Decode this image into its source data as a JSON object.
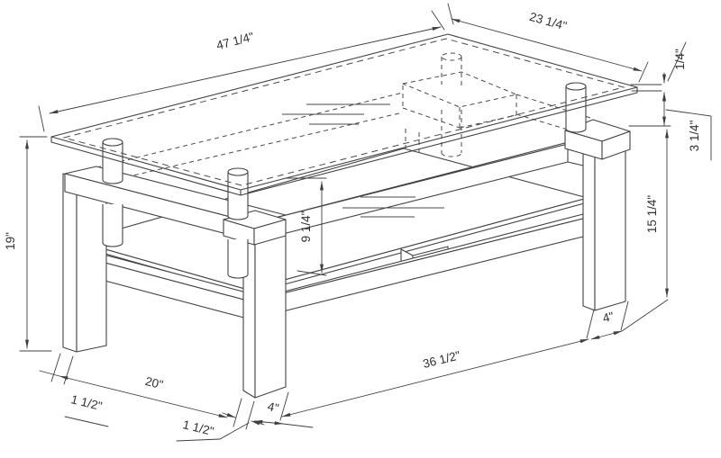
{
  "figure": {
    "kind": "isometric dimension drawing",
    "subject": "rectangular glass-top coffee table with lower shelf"
  },
  "style": {
    "line_color": "#424242",
    "dimension_color": "#3f3f3f",
    "background": "#ffffff"
  },
  "dims": {
    "top_length": "47 1/4\"",
    "top_width": "23 1/4\"",
    "glass_thickness": "1/4\"",
    "glass_to_frame_gap": "3 1/4\"",
    "frame_height": "15 1/4\"",
    "total_height": "19\"",
    "shelf_to_top_gap": "9 1/4\"",
    "leg_spacing": "20\"",
    "leg_thickness_left": "1 1/2\"",
    "leg_thickness_front": "1 1/2\"",
    "leg_width_front": "4\"",
    "leg_width_right": "4\"",
    "base_length": "36 1/2\""
  }
}
